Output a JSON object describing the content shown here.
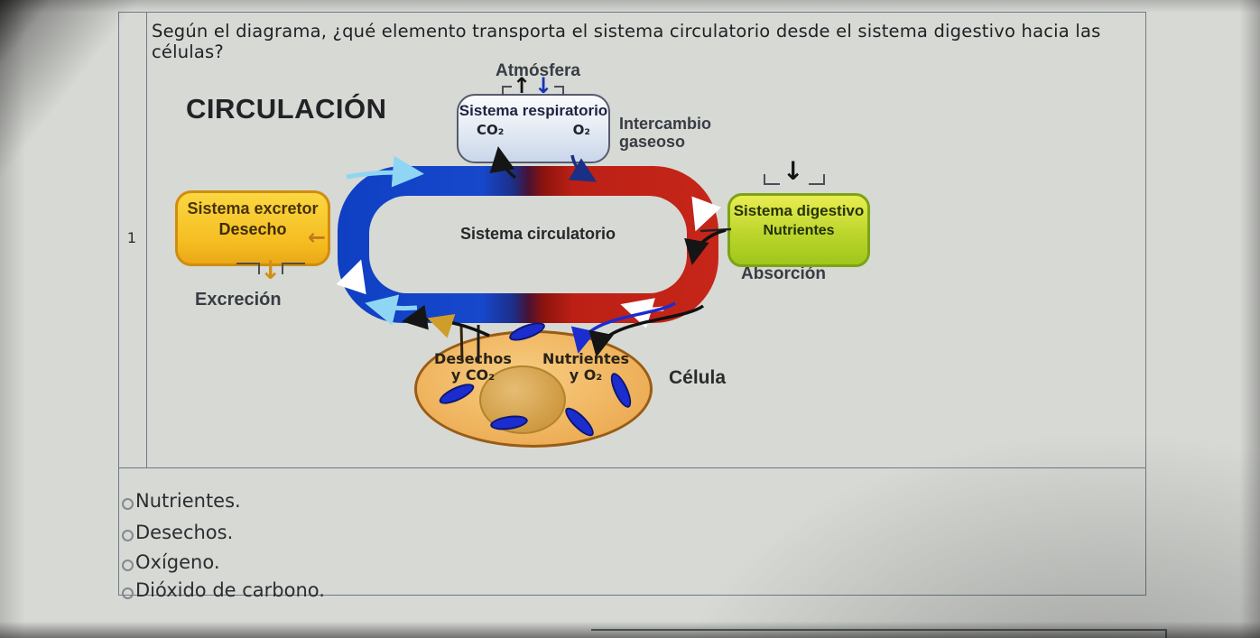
{
  "question": {
    "number": "1",
    "text": "Según el diagrama, ¿qué elemento transporta el sistema circulatorio desde el sistema digestivo hacia las células?",
    "options": [
      {
        "label": "Nutrientes."
      },
      {
        "label": "Desechos."
      },
      {
        "label": "Oxígeno."
      },
      {
        "label": "Dióxido de carbono."
      }
    ]
  },
  "diagram": {
    "title": "CIRCULACIÓN",
    "atmosphere": "Atmósfera",
    "respiratory": {
      "name": "Sistema respiratorio",
      "co2": "CO₂",
      "o2": "O₂"
    },
    "gas_exchange": "Intercambio gaseoso",
    "excretory": {
      "name": "Sistema excretor",
      "substance": "Desecho"
    },
    "excretion": "Excreción",
    "circulatory": "Sistema circulatorio",
    "digestive": {
      "name": "Sistema digestivo",
      "substance": "Nutrientes"
    },
    "absorption": "Absorción",
    "cell": {
      "name": "Célula",
      "out": "Desechos y CO₂",
      "in": "Nutrientes y O₂"
    },
    "colors": {
      "vein_blue": "#1747cb",
      "artery_red": "#c62619",
      "excretory_yellow": "#f5bd22",
      "digestive_green": "#bcd52c",
      "cell_orange": "#f0b560"
    }
  },
  "icons": {
    "arrow_up": "↑",
    "arrow_down": "↓",
    "arrow_left": "←"
  }
}
